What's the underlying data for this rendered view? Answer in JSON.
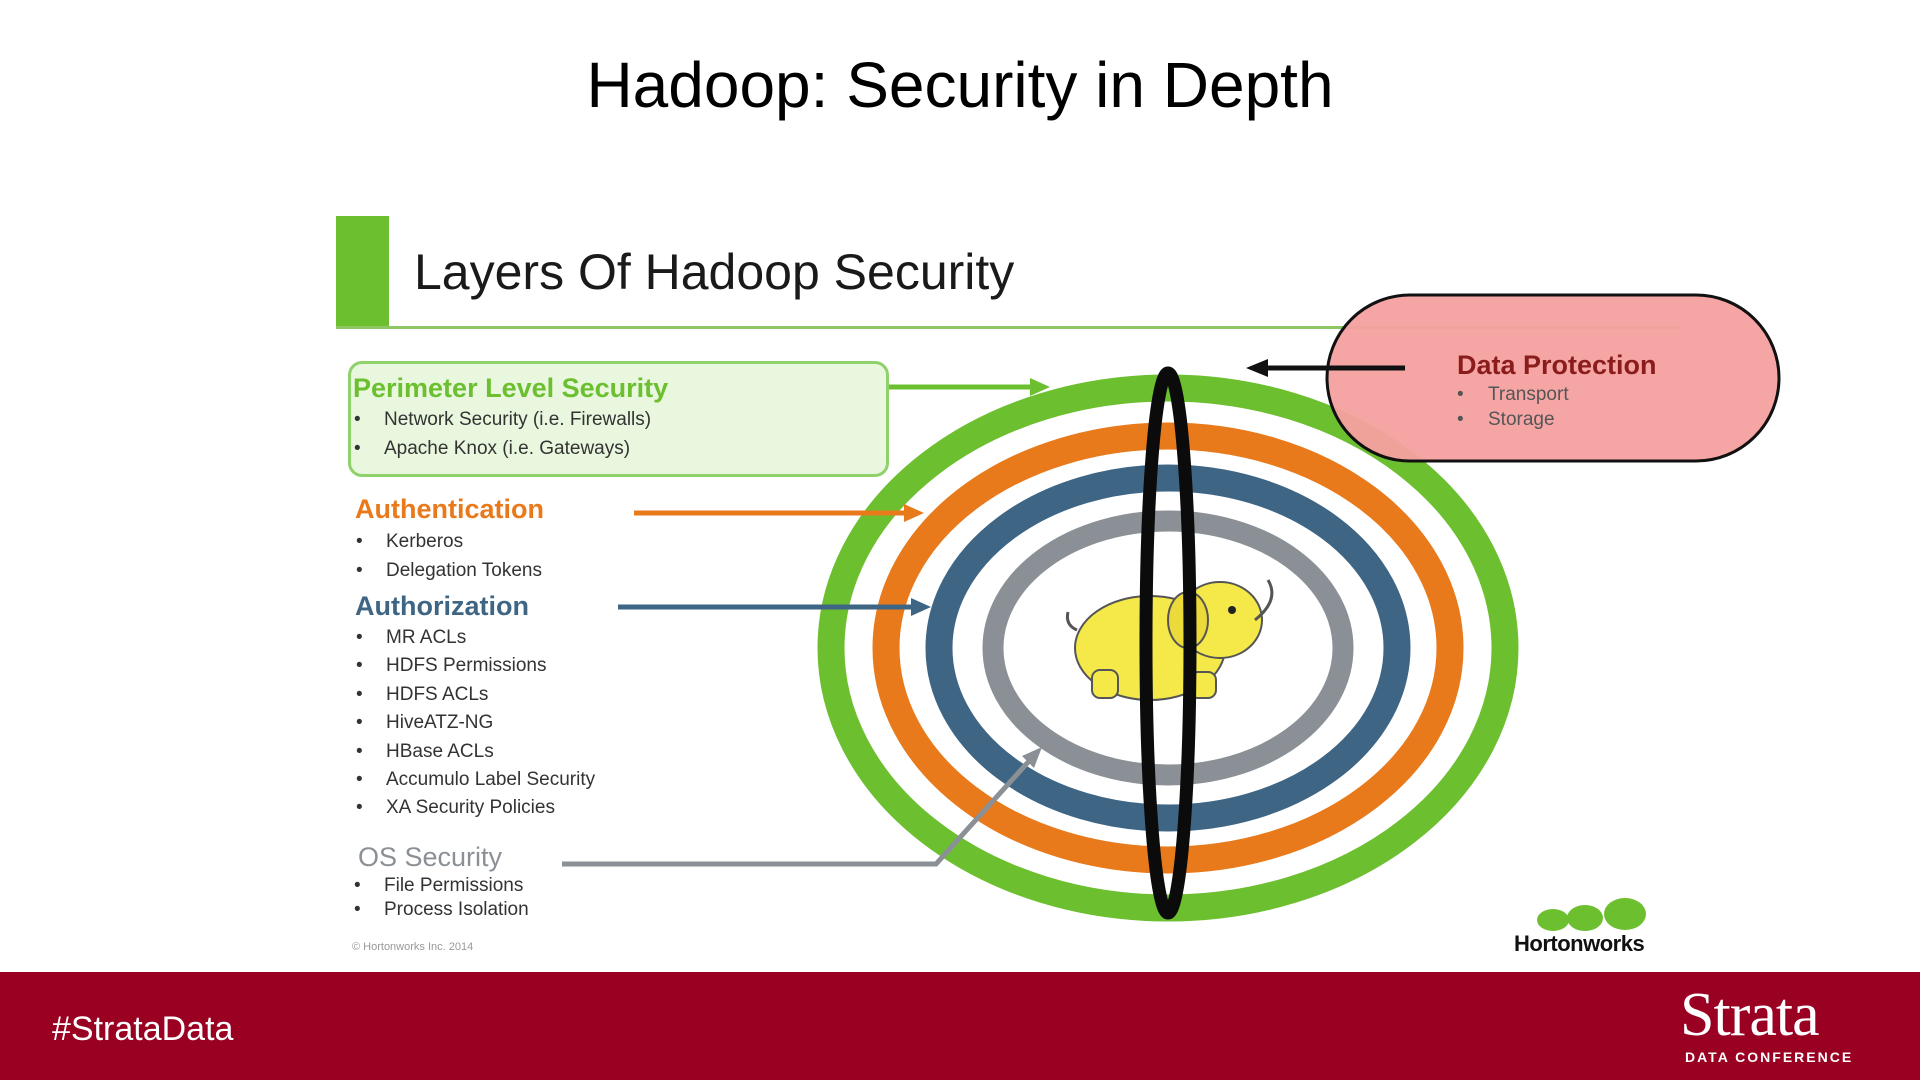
{
  "slide": {
    "title": "Hadoop: Security in Depth"
  },
  "inner": {
    "title": "Layers Of Hadoop Security"
  },
  "perimeter": {
    "heading": "Perimeter Level Security",
    "items": [
      "Network Security (i.e. Firewalls)",
      "Apache Knox (i.e. Gateways)"
    ],
    "color": "#6cbf2f"
  },
  "authentication": {
    "heading": "Authentication",
    "items": [
      "Kerberos",
      "Delegation Tokens"
    ],
    "color": "#e87a1c"
  },
  "authorization": {
    "heading": "Authorization",
    "items": [
      "MR ACLs",
      "HDFS Permissions",
      "HDFS ACLs",
      "HiveATZ-NG",
      "HBase ACLs",
      "Accumulo Label Security",
      "XA Security Policies"
    ],
    "color": "#3f6585"
  },
  "os_security": {
    "heading": "OS Security",
    "items": [
      "File Permissions",
      "Process Isolation"
    ],
    "color": "#8a9095"
  },
  "data_protection": {
    "heading": "Data Protection",
    "items": [
      "Transport",
      "Storage"
    ],
    "color": "#f5a0a0"
  },
  "bullet_char": "•",
  "copyright": "© Hortonworks Inc. 2014",
  "hortonworks": {
    "label": "Hortonworks",
    "logo_icon": "elephants-logo-icon"
  },
  "mascot_icon": "hadoop-elephant-icon",
  "footer": {
    "hashtag": "#StrataData",
    "brand": "Strata",
    "brand_sub": "DATA CONFERENCE",
    "color": "#990022"
  }
}
